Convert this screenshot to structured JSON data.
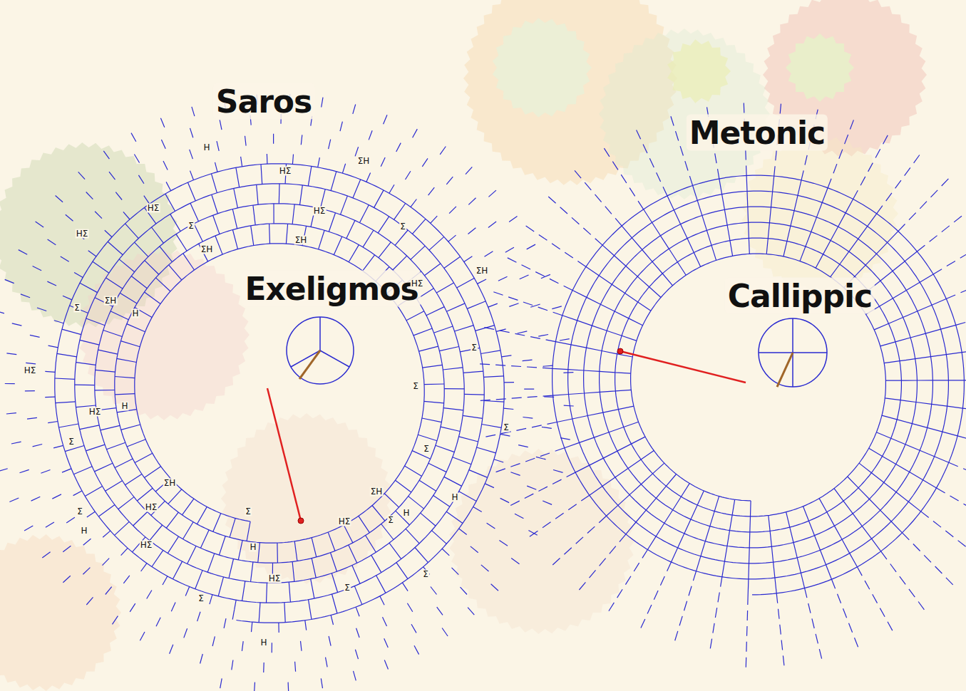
{
  "diagram": {
    "labels": [
      "Saros",
      "Metonic",
      "Exeligmos",
      "Callippic",
      "H",
      "HΣ",
      "ΣH",
      "HΣ",
      "Σ",
      "HΣ",
      "Σ",
      "HΣ",
      "ΣH",
      "ΣH",
      "HΣ",
      "ΣH",
      "Σ",
      "ΣH",
      "H",
      "Σ",
      "Σ",
      "HΣ",
      "HΣ",
      "H",
      "Σ",
      "Σ",
      "Σ",
      "ΣH",
      "HΣ",
      "Σ",
      "Σ",
      "H",
      "HΣ",
      "H",
      "HΣ",
      "ΣH",
      "Σ",
      "H",
      "H",
      "HΣ",
      "Σ",
      "Σ",
      "Σ",
      "H"
    ]
  }
}
